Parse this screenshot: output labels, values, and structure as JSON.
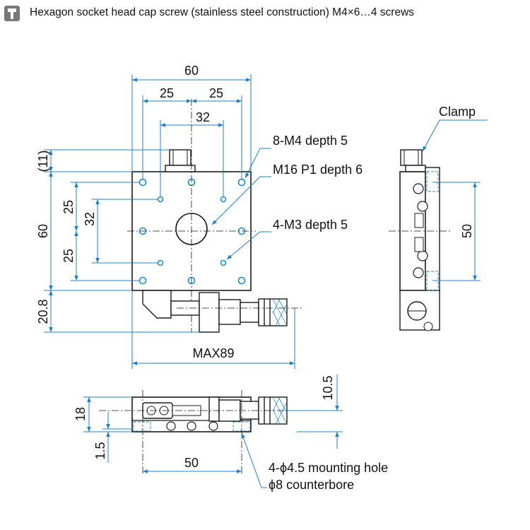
{
  "header": {
    "icon": "screw-icon",
    "title": "Hexagon socket head cap screw (stainless steel construction) M4×6…4 screws"
  },
  "top_view": {
    "dim_overall_width": "60",
    "dim_hole_offset_left": "25",
    "dim_hole_offset_right": "25",
    "dim_inner_holes": "32",
    "dim_clamp_height": "(11)",
    "dim_overall_height": "60",
    "dim_hole_offset_top": "25",
    "dim_hole_offset_bottom": "25",
    "dim_inner_vertical": "32",
    "dim_micrometer_offset": "20.8",
    "dim_max_travel": "MAX89",
    "callout_m4": "8-M4 depth 5",
    "callout_m16": "M16 P1 depth 6",
    "callout_m3": "4-M3 depth 5"
  },
  "side_view": {
    "callout_clamp": "Clamp",
    "dim_height": "50"
  },
  "front_view": {
    "dim_height": "18",
    "dim_offset": "10.5",
    "dim_base": "1.5",
    "dim_hole_spacing": "50",
    "callout_mount_line1": "4-ϕ4.5 mounting hole",
    "callout_mount_line2": "ϕ8 counterbore"
  },
  "colors": {
    "line": "#1a1a1a",
    "dimension": "#1f7fc4",
    "hole": "#1a8bd0"
  }
}
